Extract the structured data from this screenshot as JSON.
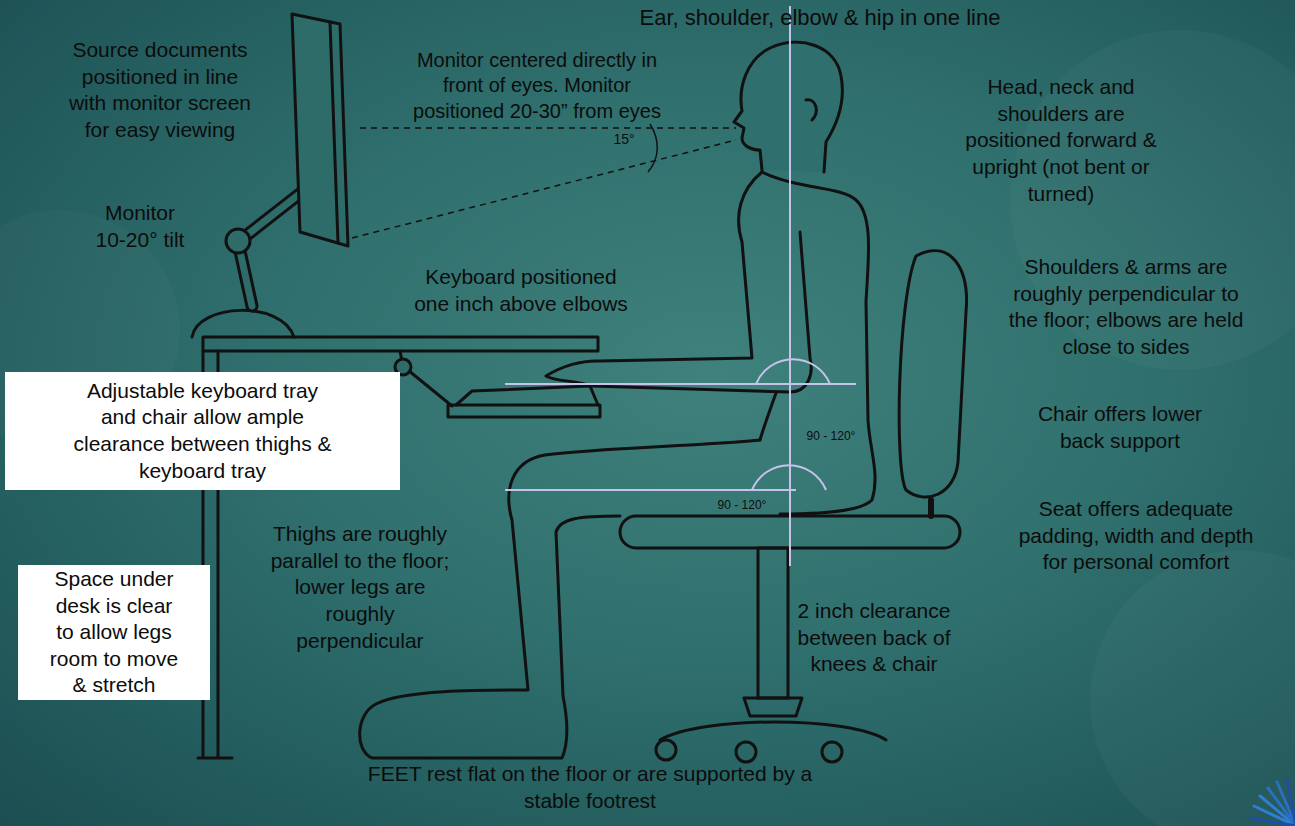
{
  "diagram": {
    "nodes": [
      {
        "text": [
          "Adjustable keyboard tray and chair allow ample clearance between thighs & keyboard tray"
        ]
      },
      {
        "text": [
          "Space under desk is clear to allow legs room to move & stretch"
        ]
      }
    ],
    "labels": [
      "Ear, shoulder, elbow & hip in one line",
      "Source documents positioned in line with monitor screen for easy viewing",
      "Monitor centered directly in front of eyes. Monitor positioned 20-30” from eyes",
      "15°",
      "Monitor 10-20° tilt",
      "Keyboard positioned one inch above elbows",
      "Head, neck and shoulders are positioned forward & upright (not bent or turned)",
      "Shoulders & arms are roughly perpendicular to the floor; elbows are held close to sides",
      "90 - 120°",
      "Chair offers lower back support",
      "90 - 120°",
      "Seat offers adequate padding, width and depth for personal comfort",
      "Thighs are roughly parallel to the floor; lower legs are roughly perpendicular",
      "2 inch clearance between back of knees & chair",
      "FEET rest flat on the floor or are supported by a stable footrest"
    ]
  }
}
